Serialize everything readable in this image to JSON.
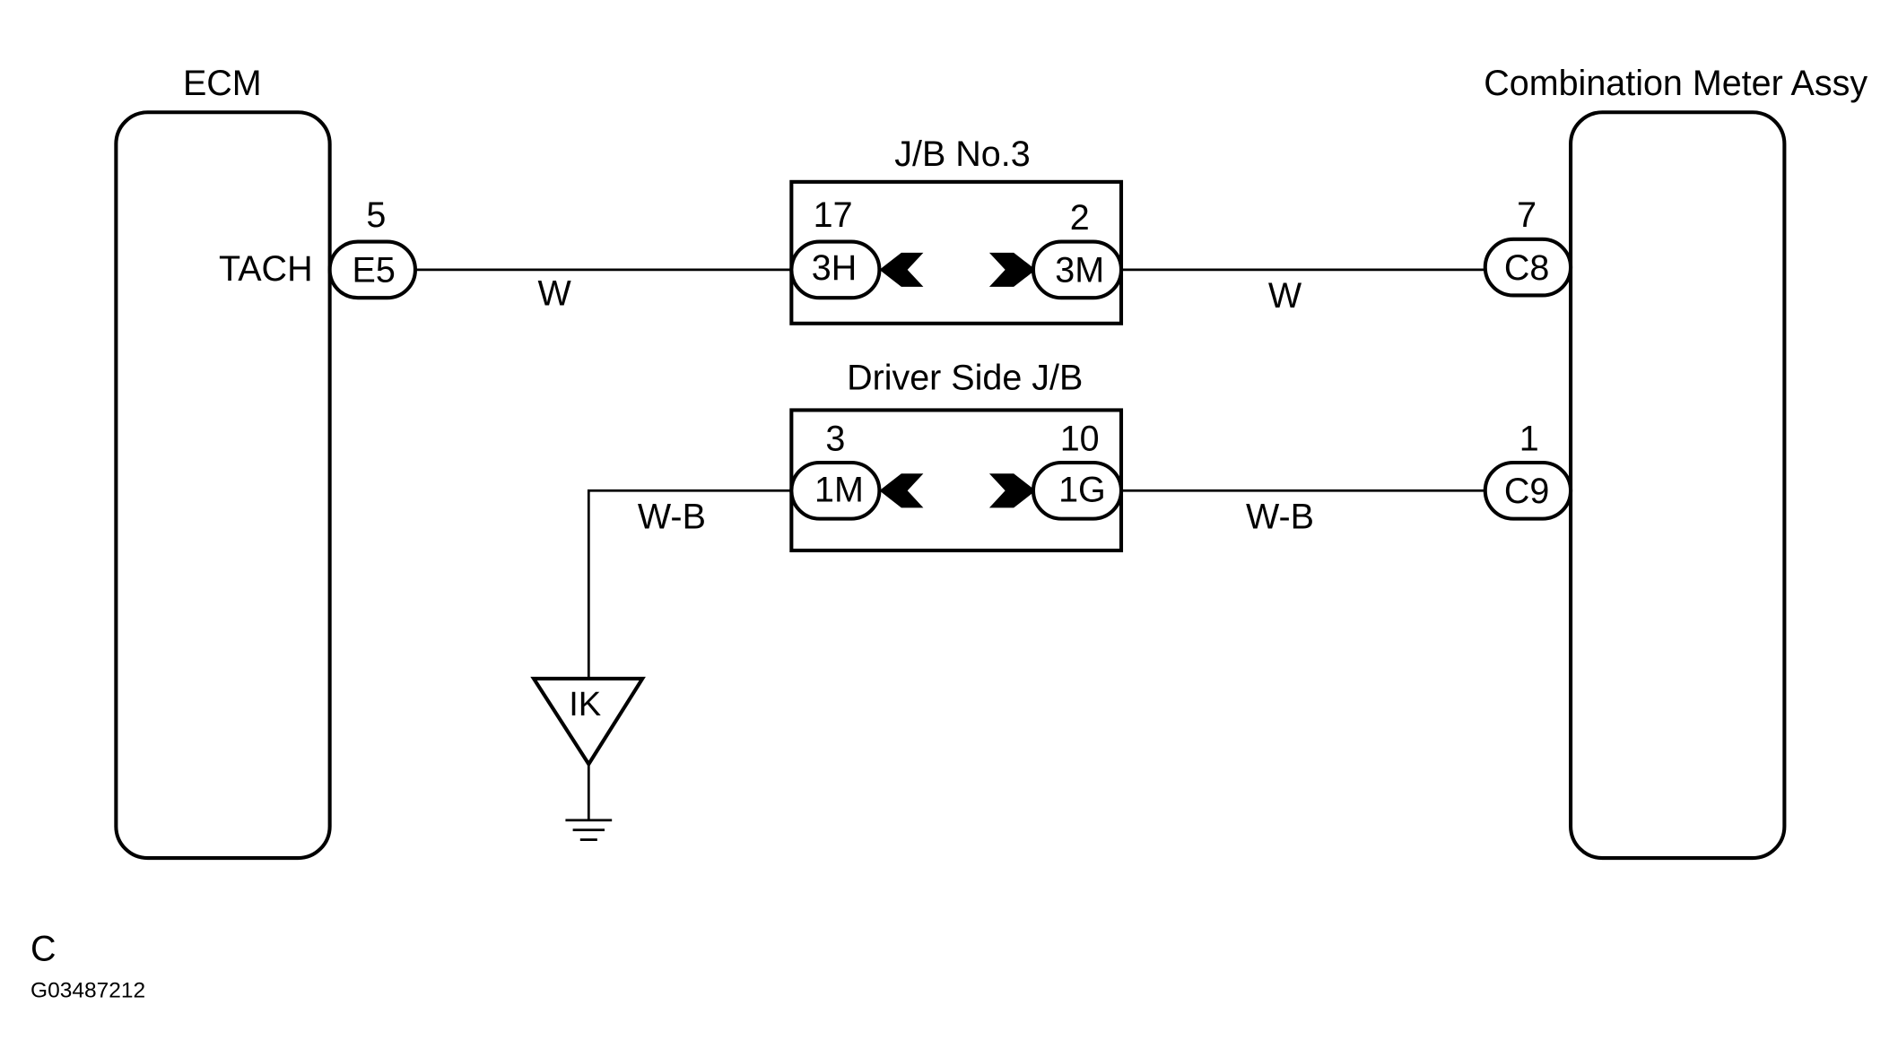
{
  "components": {
    "ecm": {
      "title": "ECM",
      "terminal_name": "TACH"
    },
    "meter": {
      "title": "Combination Meter Assy"
    },
    "jb3": {
      "title": "J/B No.3"
    },
    "driver_jb": {
      "title": "Driver Side J/B"
    }
  },
  "connectors": {
    "e5": {
      "code": "E5",
      "pin": "5"
    },
    "jb3_in": {
      "code": "3H",
      "pin": "17"
    },
    "jb3_out": {
      "code": "3M",
      "pin": "2"
    },
    "c8": {
      "code": "C8",
      "pin": "7"
    },
    "djb_in": {
      "code": "1M",
      "pin": "3"
    },
    "djb_out": {
      "code": "1G",
      "pin": "10"
    },
    "c9": {
      "code": "C9",
      "pin": "1"
    }
  },
  "wires": {
    "tach_left": "W",
    "tach_right": "W",
    "ground_left": "W-B",
    "ground_right": "W-B"
  },
  "ground": {
    "code": "IK"
  },
  "footer": {
    "letter": "C",
    "figure_id": "G03487212"
  }
}
